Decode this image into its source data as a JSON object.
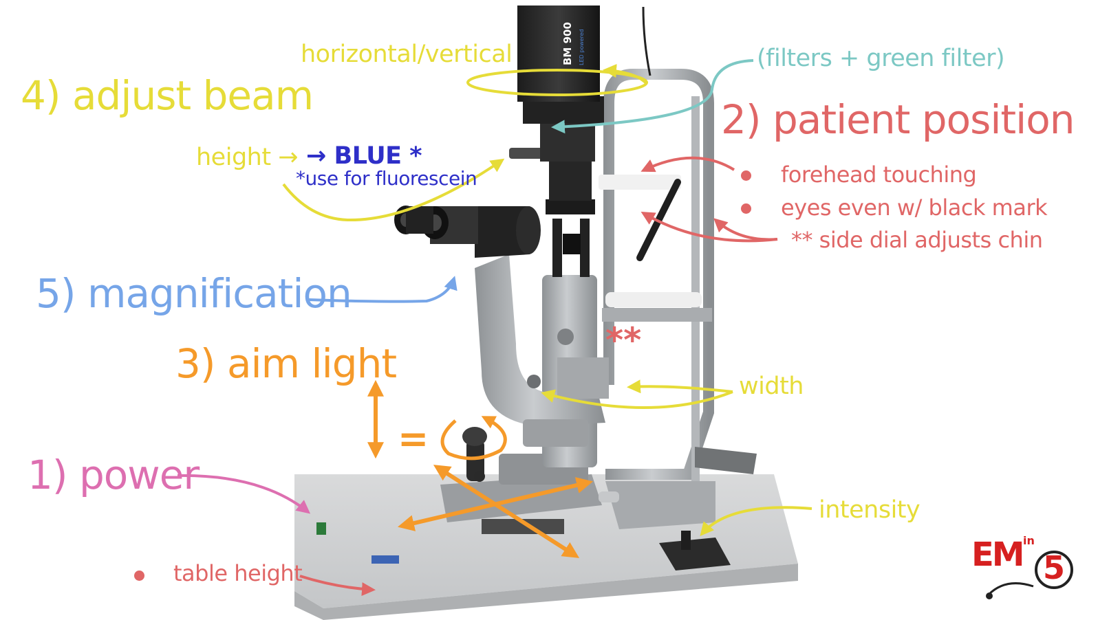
{
  "colors": {
    "yellow": "#e6dc38",
    "teal": "#7cc8c4",
    "red": "#e06666",
    "blue": "#76a5e8",
    "orange": "#f59a2a",
    "pink": "#dd6fb0",
    "navy": "#2e2fc8",
    "logo_red": "#d62020"
  },
  "labels": {
    "adjust_beam": "4) adjust beam",
    "horizontal_vertical": "horizontal/vertical",
    "filters": "(filters + green filter)",
    "patient_position": "2) patient position",
    "height": "height →",
    "blue": "→ BLUE *",
    "fluorescein": "*use for fluorescein",
    "forehead": "forehead touching",
    "eyes_even": "eyes even w/ black mark",
    "side_dial": "** side dial adjusts chin",
    "magnification": "5) magnification",
    "aim_light": "3) aim light",
    "double_star": "**",
    "width": "width",
    "equals": "=",
    "power": "1) power",
    "intensity": "intensity",
    "table_height": "table height"
  },
  "device": {
    "lamp_brand": "BM 900",
    "lamp_sub": "LED powered"
  },
  "logo": {
    "text": "EM",
    "sup": "in",
    "num": "5"
  }
}
